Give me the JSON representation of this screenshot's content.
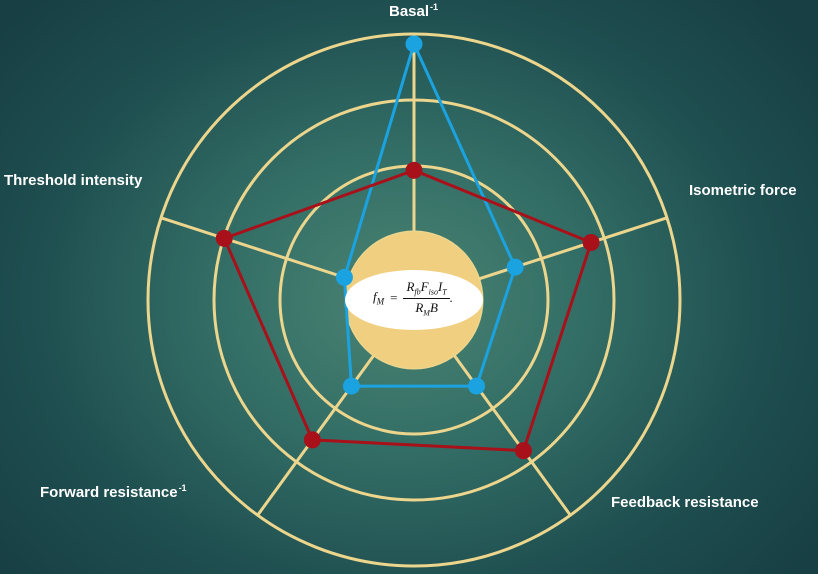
{
  "axes": [
    {
      "id": "basal",
      "label": "Basal",
      "superscript": "-1"
    },
    {
      "id": "isometric",
      "label": "Isometric force",
      "superscript": ""
    },
    {
      "id": "feedback",
      "label": "Feedback resistance",
      "superscript": ""
    },
    {
      "id": "forward",
      "label": "Forward resistance",
      "superscript": "-1"
    },
    {
      "id": "threshold",
      "label": "Threshold intensity",
      "superscript": ""
    }
  ],
  "formula": {
    "lhs": "f",
    "lhs_sub": "M",
    "equals": "=",
    "num": [
      "R",
      "fb",
      "F",
      "iso",
      "I",
      "T"
    ],
    "den": [
      "R",
      "M",
      "B"
    ],
    "end": "."
  },
  "chart_data": {
    "type": "radar",
    "categories": [
      "Basal⁻¹",
      "Isometric force",
      "Feedback resistance",
      "Forward resistance⁻¹",
      "Threshold intensity"
    ],
    "rings": 4,
    "range": [
      0,
      4
    ],
    "series": [
      {
        "color": "#1aa3e0",
        "values": [
          3.85,
          1.6,
          1.6,
          1.6,
          1.1
        ]
      },
      {
        "color": "#a8101a",
        "values": [
          1.95,
          2.8,
          2.8,
          2.6,
          3.0
        ]
      }
    ],
    "colors": {
      "grid": "#ecd58c",
      "center_fill": "#f0d080",
      "formula_bg": "#ffffff"
    }
  }
}
